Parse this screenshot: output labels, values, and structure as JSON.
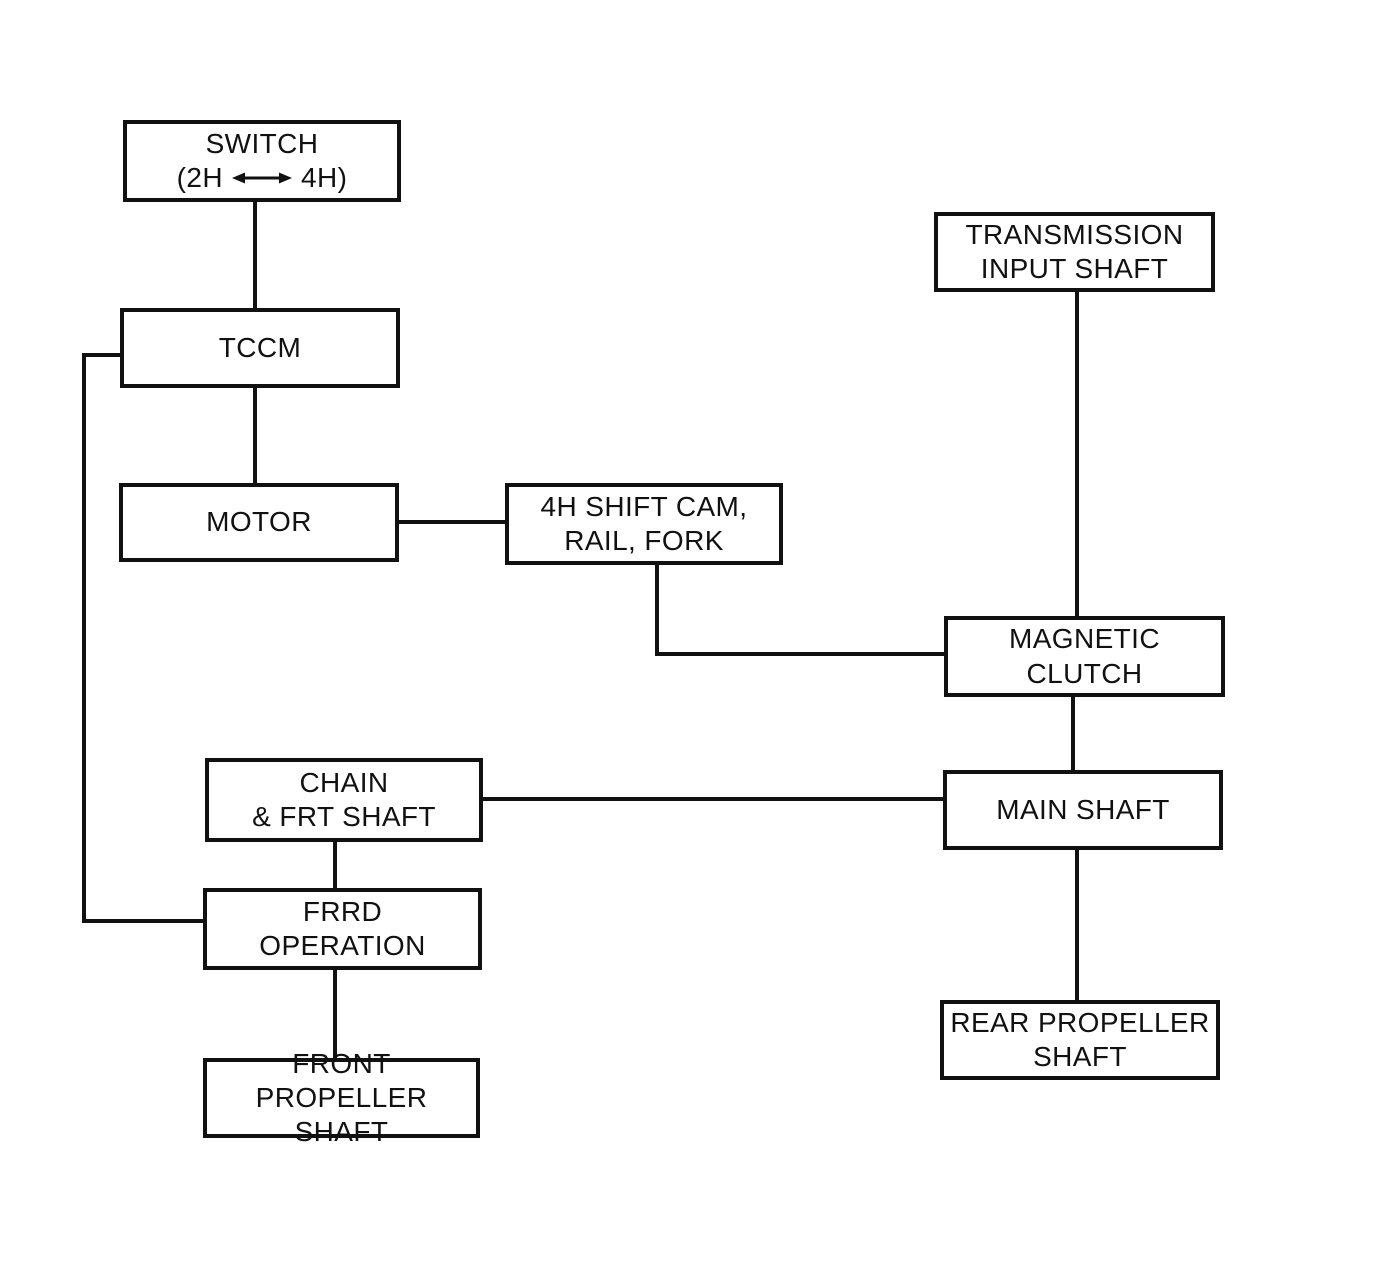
{
  "diagram": {
    "background_color": "#ffffff",
    "line_color": "#111111",
    "nodes": {
      "switch": {
        "line1": "SWITCH",
        "line2_left": "(2H",
        "line2_right": "4H)",
        "arrow": "left-right-arrow"
      },
      "tccm": {
        "label": "TCCM"
      },
      "motor": {
        "label": "MOTOR"
      },
      "shift_cam": {
        "line1": "4H SHIFT CAM,",
        "line2": "RAIL, FORK"
      },
      "transmission_input": {
        "line1": "TRANSMISSION",
        "line2": "INPUT SHAFT"
      },
      "magnetic_clutch": {
        "line1": "MAGNETIC",
        "line2": "CLUTCH"
      },
      "main_shaft": {
        "label": "MAIN SHAFT"
      },
      "chain_frt_shaft": {
        "line1": "CHAIN",
        "line2": "& FRT SHAFT"
      },
      "frrd_operation": {
        "line1": "FRRD",
        "line2": "OPERATION"
      },
      "front_propeller": {
        "line1": "FRONT PROPELLER",
        "line2": "SHAFT"
      },
      "rear_propeller": {
        "line1": "REAR PROPELLER",
        "line2": "SHAFT"
      }
    },
    "edges": [
      {
        "from": "switch",
        "to": "tccm"
      },
      {
        "from": "tccm",
        "to": "motor"
      },
      {
        "from": "motor",
        "to": "shift_cam"
      },
      {
        "from": "shift_cam",
        "to": "magnetic_clutch"
      },
      {
        "from": "transmission_input",
        "to": "magnetic_clutch"
      },
      {
        "from": "magnetic_clutch",
        "to": "main_shaft"
      },
      {
        "from": "chain_frt_shaft",
        "to": "main_shaft"
      },
      {
        "from": "tccm",
        "to": "frrd_operation"
      },
      {
        "from": "chain_frt_shaft",
        "to": "frrd_operation"
      },
      {
        "from": "frrd_operation",
        "to": "front_propeller"
      },
      {
        "from": "main_shaft",
        "to": "rear_propeller"
      }
    ]
  }
}
